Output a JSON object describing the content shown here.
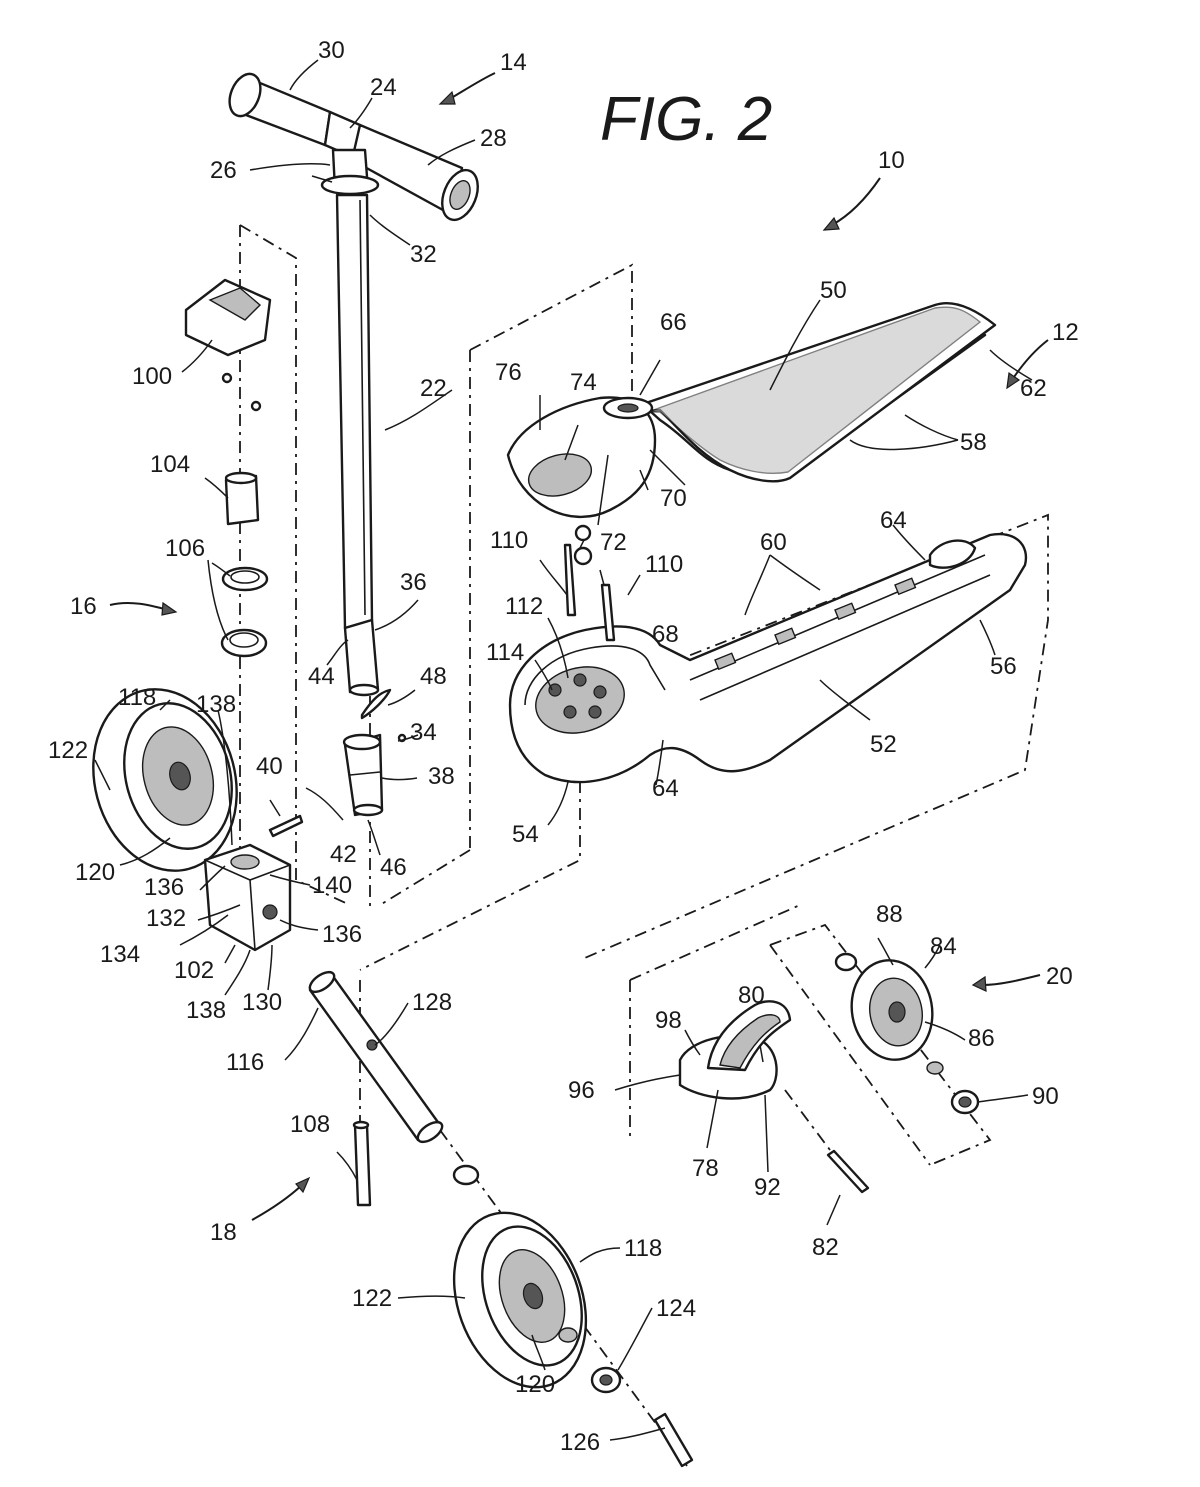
{
  "figure": {
    "title": "FIG. 2"
  },
  "refs": {
    "r10": "10",
    "r12": "12",
    "r14": "14",
    "r16": "16",
    "r18": "18",
    "r20": "20",
    "r22": "22",
    "r24": "24",
    "r26": "26",
    "r28": "28",
    "r30": "30",
    "r32": "32",
    "r34": "34",
    "r36": "36",
    "r38": "38",
    "r40": "40",
    "r42": "42",
    "r44": "44",
    "r46": "46",
    "r48": "48",
    "r50": "50",
    "r52": "52",
    "r54": "54",
    "r56": "56",
    "r58": "58",
    "r60": "60",
    "r62": "62",
    "r64a": "64",
    "r64b": "64",
    "r66": "66",
    "r68": "68",
    "r70": "70",
    "r72": "72",
    "r74": "74",
    "r76": "76",
    "r78": "78",
    "r80": "80",
    "r82": "82",
    "r84": "84",
    "r86": "86",
    "r88": "88",
    "r90": "90",
    "r92": "92",
    "r96": "96",
    "r98": "98",
    "r100": "100",
    "r102": "102",
    "r104": "104",
    "r106": "106",
    "r108": "108",
    "r110a": "110",
    "r110b": "110",
    "r112": "112",
    "r114": "114",
    "r116": "116",
    "r118a": "118",
    "r118b": "118",
    "r120a": "120",
    "r120b": "120",
    "r122a": "122",
    "r122b": "122",
    "r124": "124",
    "r126": "126",
    "r128": "128",
    "r130": "130",
    "r132": "132",
    "r134": "134",
    "r136a": "136",
    "r136b": "136",
    "r138a": "138",
    "r138b": "138",
    "r140": "140"
  }
}
